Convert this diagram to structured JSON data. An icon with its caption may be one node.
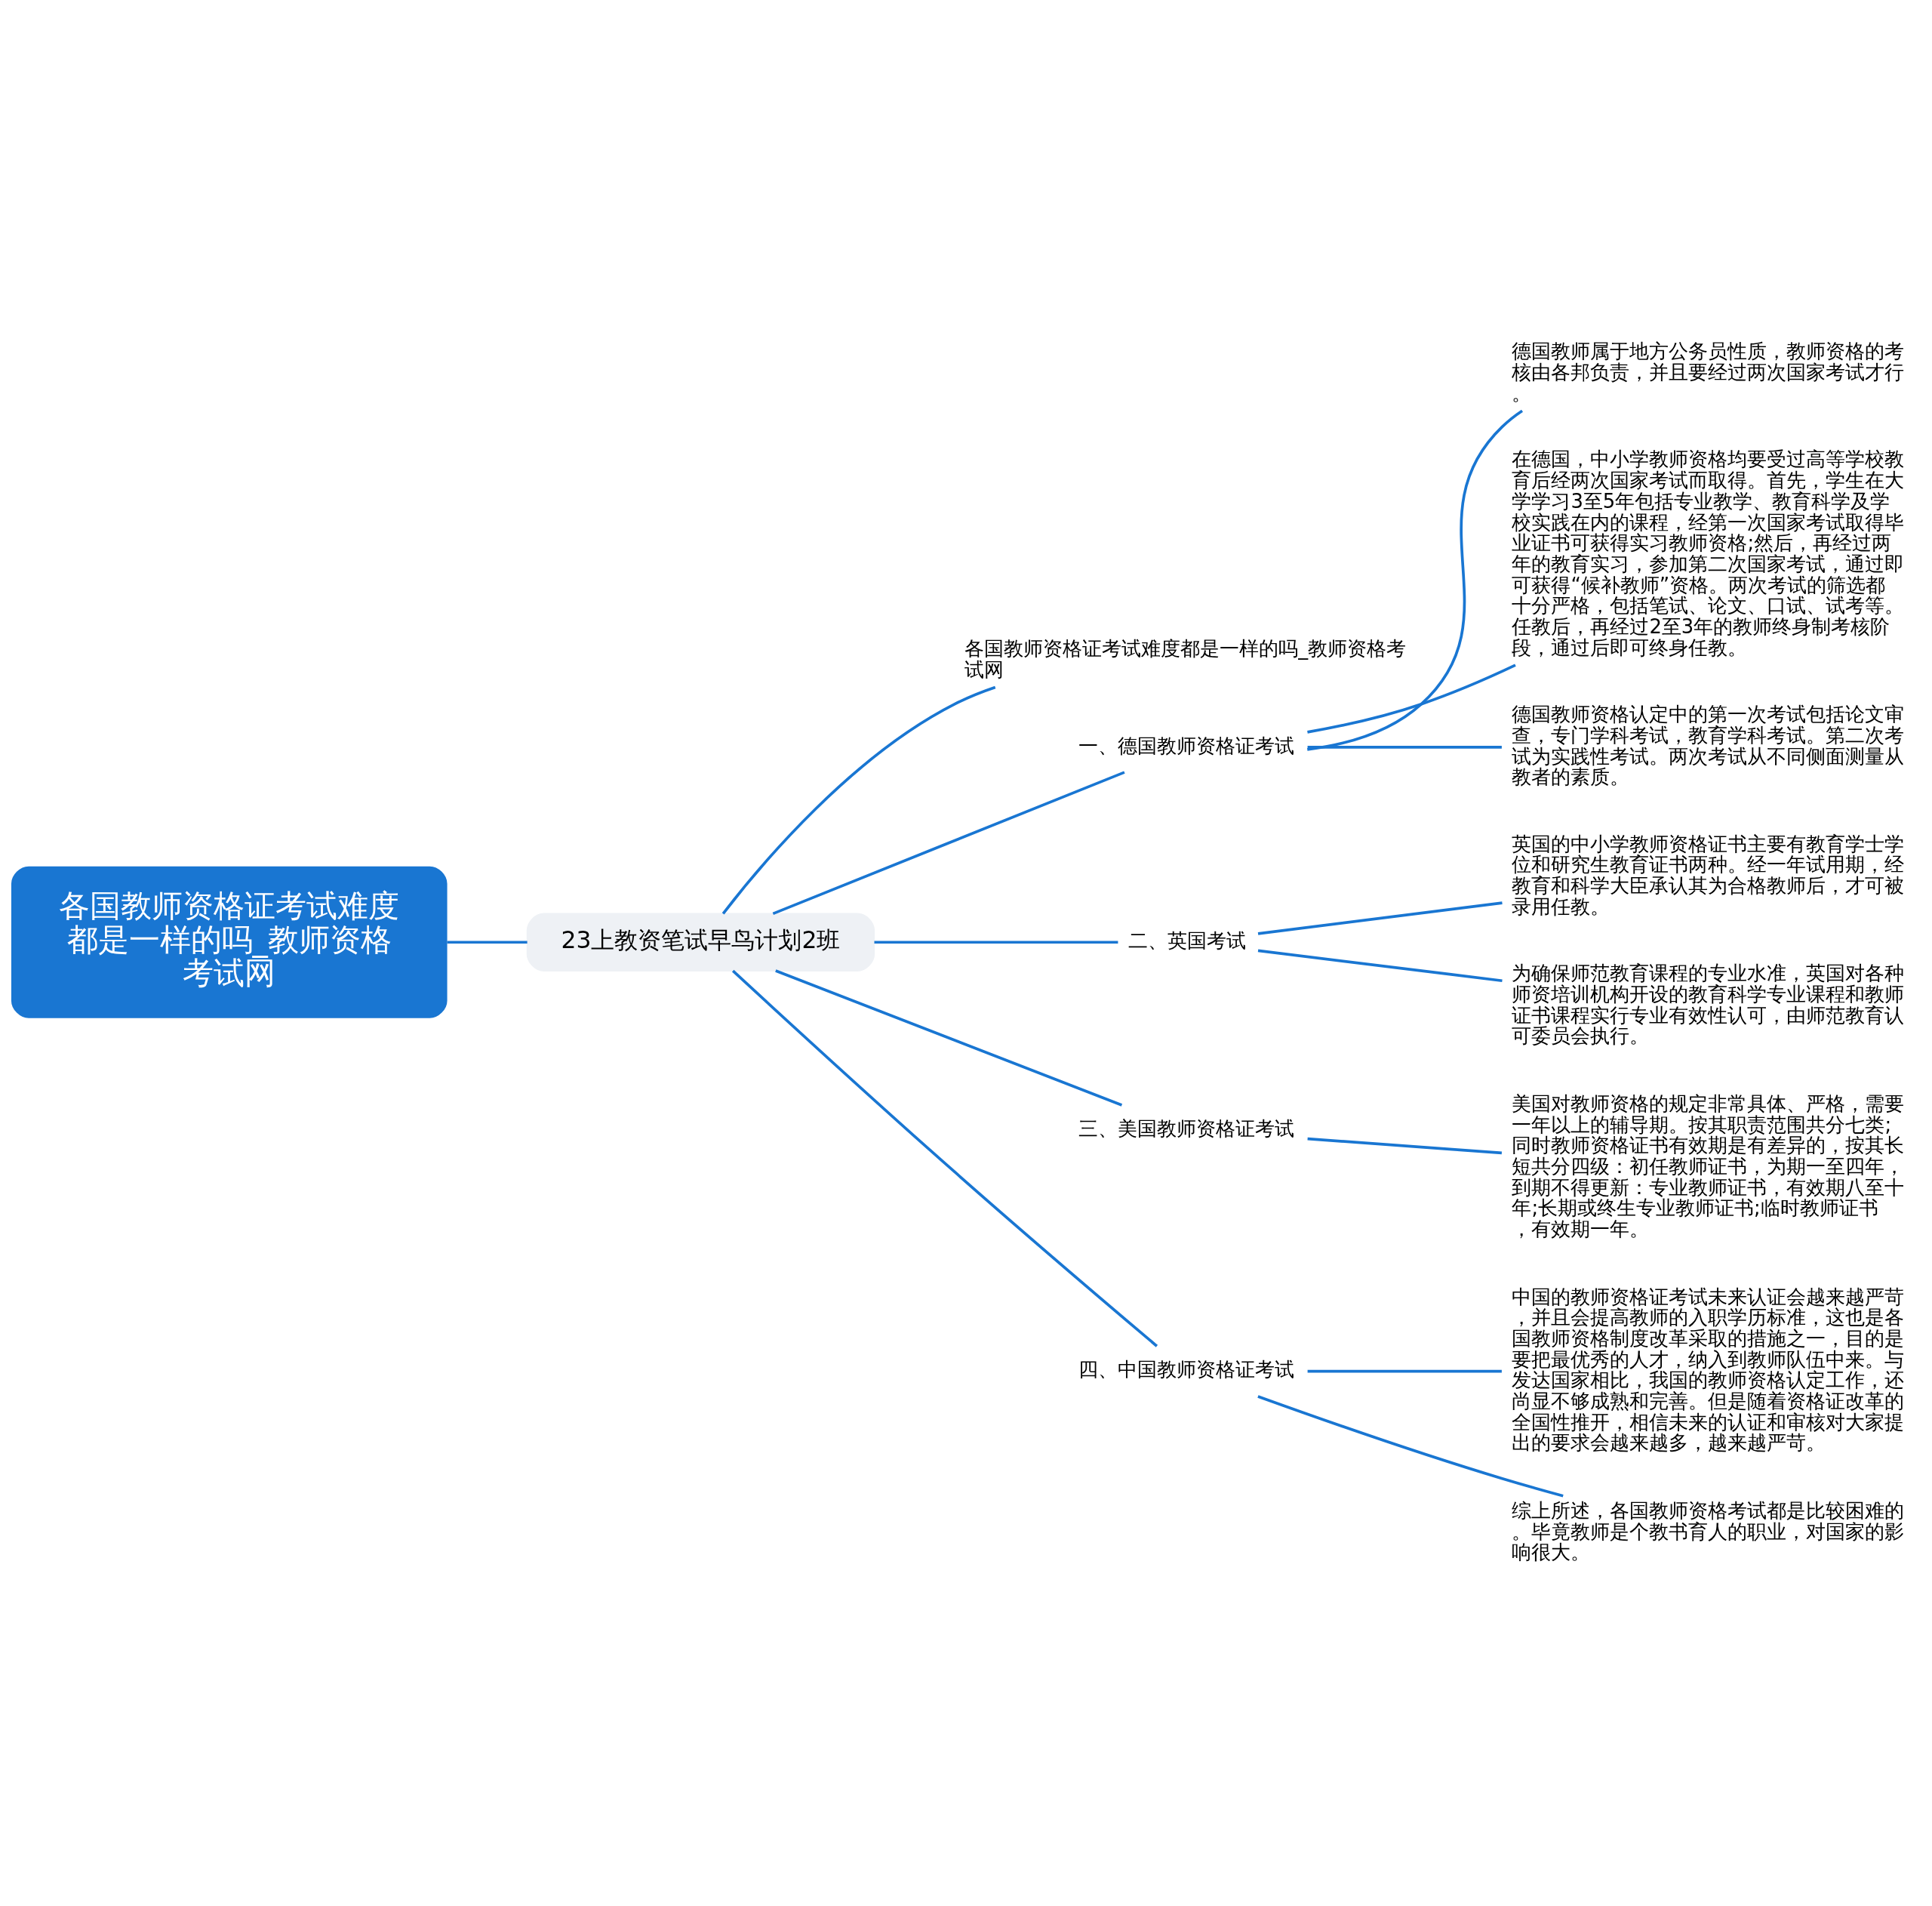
{
  "diagram": {
    "nodes": [
      {
        "text": [
          "各国教师资格证考试难度都是一样的吗_教师资格考试网"
        ]
      },
      {
        "text": [
          "23上教资笔试早鸟计划2班"
        ]
      },
      {
        "text": [
          "各国教师资格证考试难度都是一样的吗_教师资格考试网"
        ]
      },
      {
        "text": [
          "一、德国教师资格证考试"
        ]
      },
      {
        "text": [
          "德国教师属于地方公务员性质，教师资格的考核由各邦负责，并且要经过两次国家考试才行。"
        ]
      },
      {
        "text": [
          "在德国，中小学教师资格均要受过高等学校教育后经两次国家考试而取得。首先，学生在大学学习3至5年包括专业教学、教育科学及学校实践在内的课程，经第一次国家考试取得毕业证书可获得实习教师资格;然后，再经过两年的教育实习，参加第二次国家考试，通过即可获得“候补教师”资格。两次考试的筛选都十分严格，包括笔试、论文、口试、试考等。任教后，再经过2至3年的教师终身制考核阶段，通过后即可终身任教。"
        ]
      },
      {
        "text": [
          "德国教师资格认定中的第一次考试包括论文审查，专门学科考试，教育学科考试。第二次考试为实践性考试。两次考试从不同侧面测量从教者的素质。"
        ]
      },
      {
        "text": [
          "二、英国考试"
        ]
      },
      {
        "text": [
          "英国的中小学教师资格证书主要有教育学士学位和研究生教育证书两种。经一年试用期，经教育和科学大臣承认其为合格教师后，才可被录用任教。"
        ]
      },
      {
        "text": [
          "为确保师范教育课程的专业水准，英国对各种师资培训机构开设的教育科学专业课程和教师证书课程实行专业有效性认可，由师范教育认可委员会执行。"
        ]
      },
      {
        "text": [
          "三、美国教师资格证考试"
        ]
      },
      {
        "text": [
          "美国对教师资格的规定非常具体、严格，需要一年以上的辅导期。按其职责范围共分七类;同时教师资格证书有效期是有差异的，按其长短共分四级：初任教师证书，为期一至四年，到期不得更新：专业教师证书，有效期八至十年;长期或终生专业教师证书;临时教师证书，有效期一年。"
        ]
      },
      {
        "text": [
          "四、中国教师资格证考试"
        ]
      },
      {
        "text": [
          "中国的教师资格证考试未来认证会越来越严苛，并且会提高教师的入职学历标准，这也是各国教师资格制度改革采取的措施之一，目的是要把最优秀的人才，纳入到教师队伍中来。与发达国家相比，我国的教师资格认定工作，还尚显不够成熟和完善。但是随着资格证改革的全国性推开，相信未来的认证和审核对大家提出的要求会越来越多，越来越严苛。"
        ]
      },
      {
        "text": [
          "综上所述，各国教师资格考试都是比较困难的。毕竟教师是个教书育人的职业，对国家的影响很大。"
        ]
      }
    ],
    "edges": [
      {
        "from": 0,
        "to": 1,
        "arrow": "none"
      },
      {
        "from": 1,
        "to": 2,
        "arrow": "none"
      },
      {
        "from": 1,
        "to": 3,
        "arrow": "none"
      },
      {
        "from": 3,
        "to": 4,
        "arrow": "none"
      },
      {
        "from": 3,
        "to": 5,
        "arrow": "none"
      },
      {
        "from": 3,
        "to": 6,
        "arrow": "none"
      },
      {
        "from": 1,
        "to": 7,
        "arrow": "none"
      },
      {
        "from": 7,
        "to": 8,
        "arrow": "none"
      },
      {
        "from": 7,
        "to": 9,
        "arrow": "none"
      },
      {
        "from": 1,
        "to": 10,
        "arrow": "none"
      },
      {
        "from": 10,
        "to": 11,
        "arrow": "none"
      },
      {
        "from": 1,
        "to": 12,
        "arrow": "none"
      },
      {
        "from": 12,
        "to": 13,
        "arrow": "none"
      },
      {
        "from": 12,
        "to": 14,
        "arrow": "none"
      }
    ]
  }
}
